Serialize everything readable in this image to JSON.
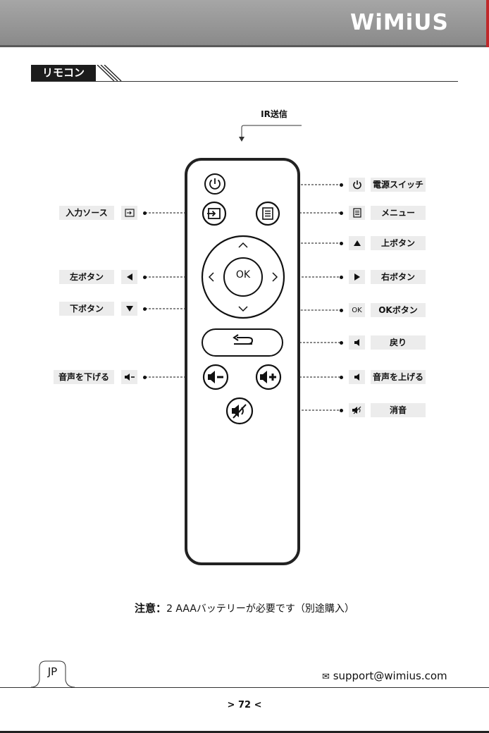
{
  "brand": {
    "logo": "WiMiUS"
  },
  "section": {
    "title": "リモコン"
  },
  "ir": {
    "label": "IR送信"
  },
  "right_labels": {
    "power": "電源スイッチ",
    "menu": "メニュー",
    "up": "上ボタン",
    "right": "右ボタン",
    "ok": "OKボタン",
    "back": "戻り",
    "vol_up": "音声を上げる",
    "mute": "消音"
  },
  "left_labels": {
    "input": "入力ソース",
    "left": "左ボタン",
    "down": "下ボタン",
    "vol_down": "音声を下げる"
  },
  "remote": {
    "ok_label": "OK"
  },
  "icons": {
    "ok_small": "OK"
  },
  "notice": {
    "bold": "注意：",
    "text": "2 AAAバッテリーが必要です（別途購入）"
  },
  "footer": {
    "lang": "JP",
    "support": "support@wimius.com",
    "page": "> 72 <"
  },
  "colors": {
    "topbar": "#9a9a9a",
    "accent": "#c0282a",
    "label_bg": "#ececec"
  }
}
